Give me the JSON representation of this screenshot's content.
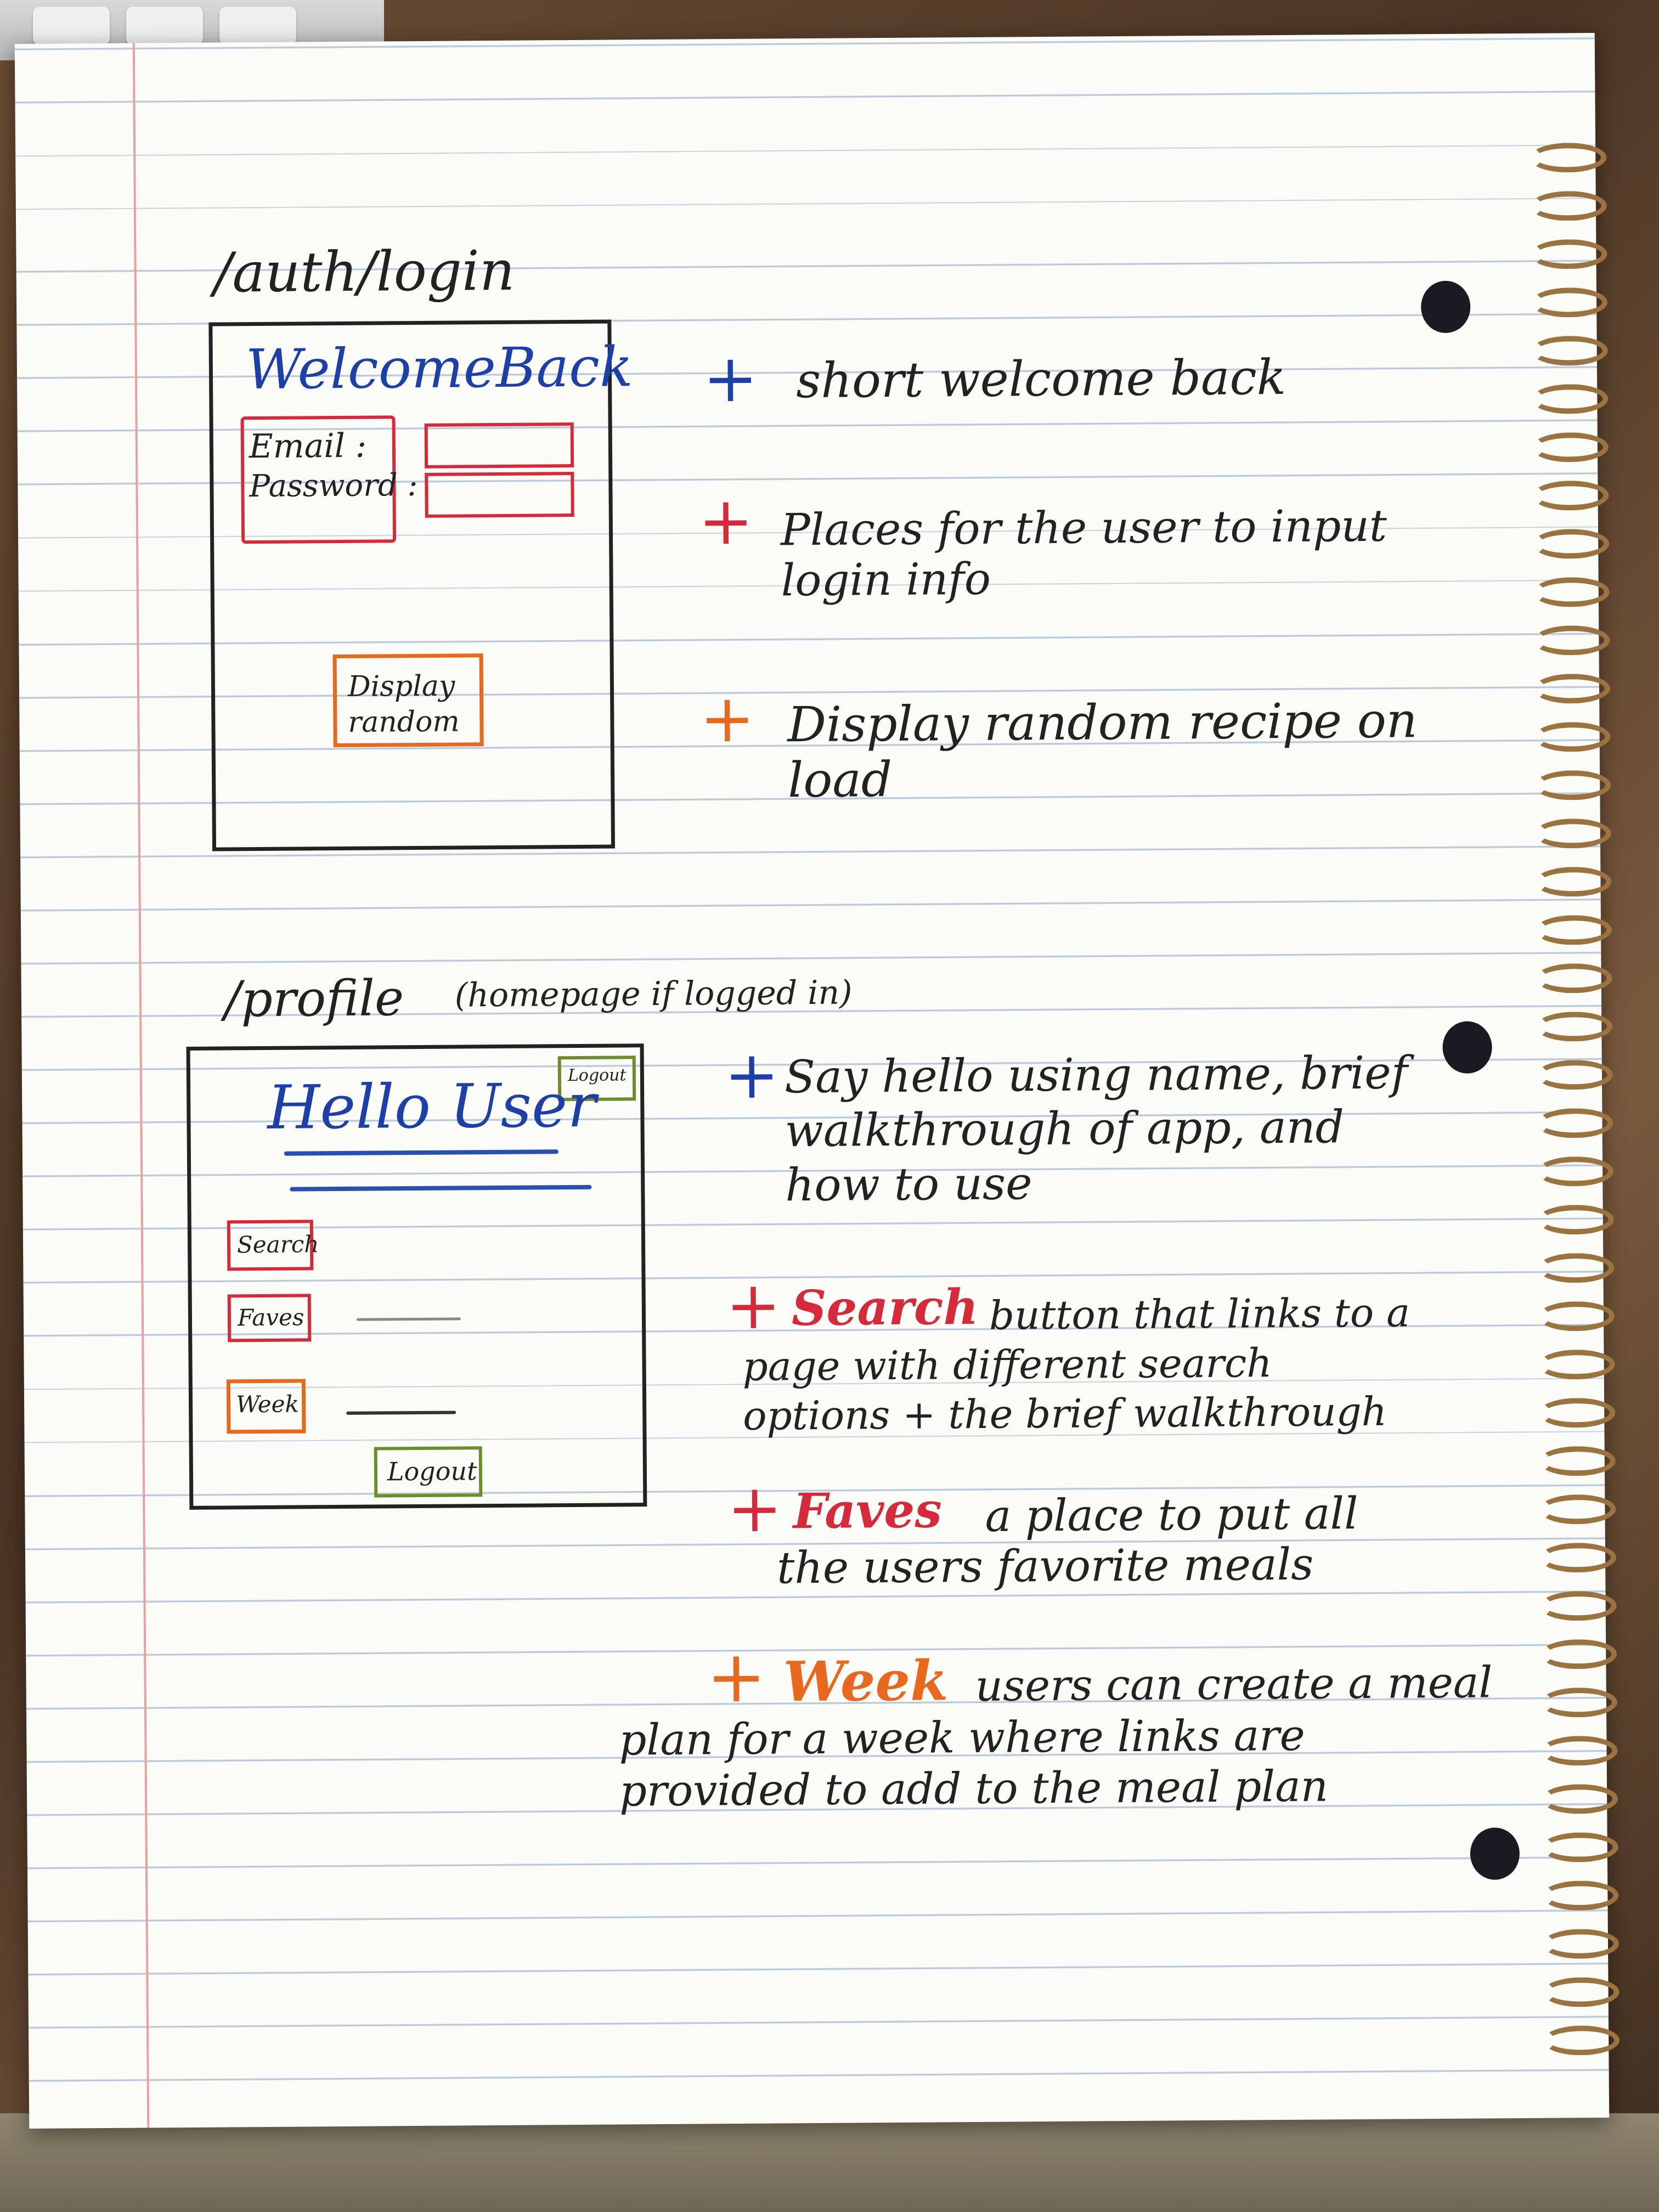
{
  "section1": {
    "heading": "/auth/login",
    "sketch": {
      "title": "WelcomeBack",
      "email_label": "Email :",
      "password_label": "Password :",
      "display_random": "Display random"
    },
    "notes": [
      {
        "plus": "+",
        "text": "short welcome back"
      },
      {
        "plus": "+",
        "text": "Places for the user to input login info"
      },
      {
        "plus": "+",
        "text": "Display random recipe on load"
      }
    ]
  },
  "section2": {
    "heading": "/profile",
    "heading_note": "(homepage if logged in)",
    "sketch": {
      "title": "Hello User",
      "logout_small": "Logout",
      "search": "Search",
      "faves": "Faves",
      "week": "Week",
      "logout": "Logout"
    },
    "notes": [
      {
        "plus": "+",
        "keyword": "",
        "text": "Say hello using name, brief walkthrough of app, and how to use"
      },
      {
        "plus": "+",
        "keyword": "Search",
        "text": "button that links to a page with different search options + the brief walkthrough"
      },
      {
        "plus": "+",
        "keyword": "Faves",
        "text": "a place to put all the users favorite meals"
      },
      {
        "plus": "+",
        "keyword": "Week",
        "text": "users can create a meal plan for a week where links are provided to add to the meal plan"
      }
    ]
  },
  "colors": {
    "blue": "#1d3fa8",
    "red": "#d52a3a",
    "orange": "#e8681d",
    "green": "#5f8a2a"
  }
}
